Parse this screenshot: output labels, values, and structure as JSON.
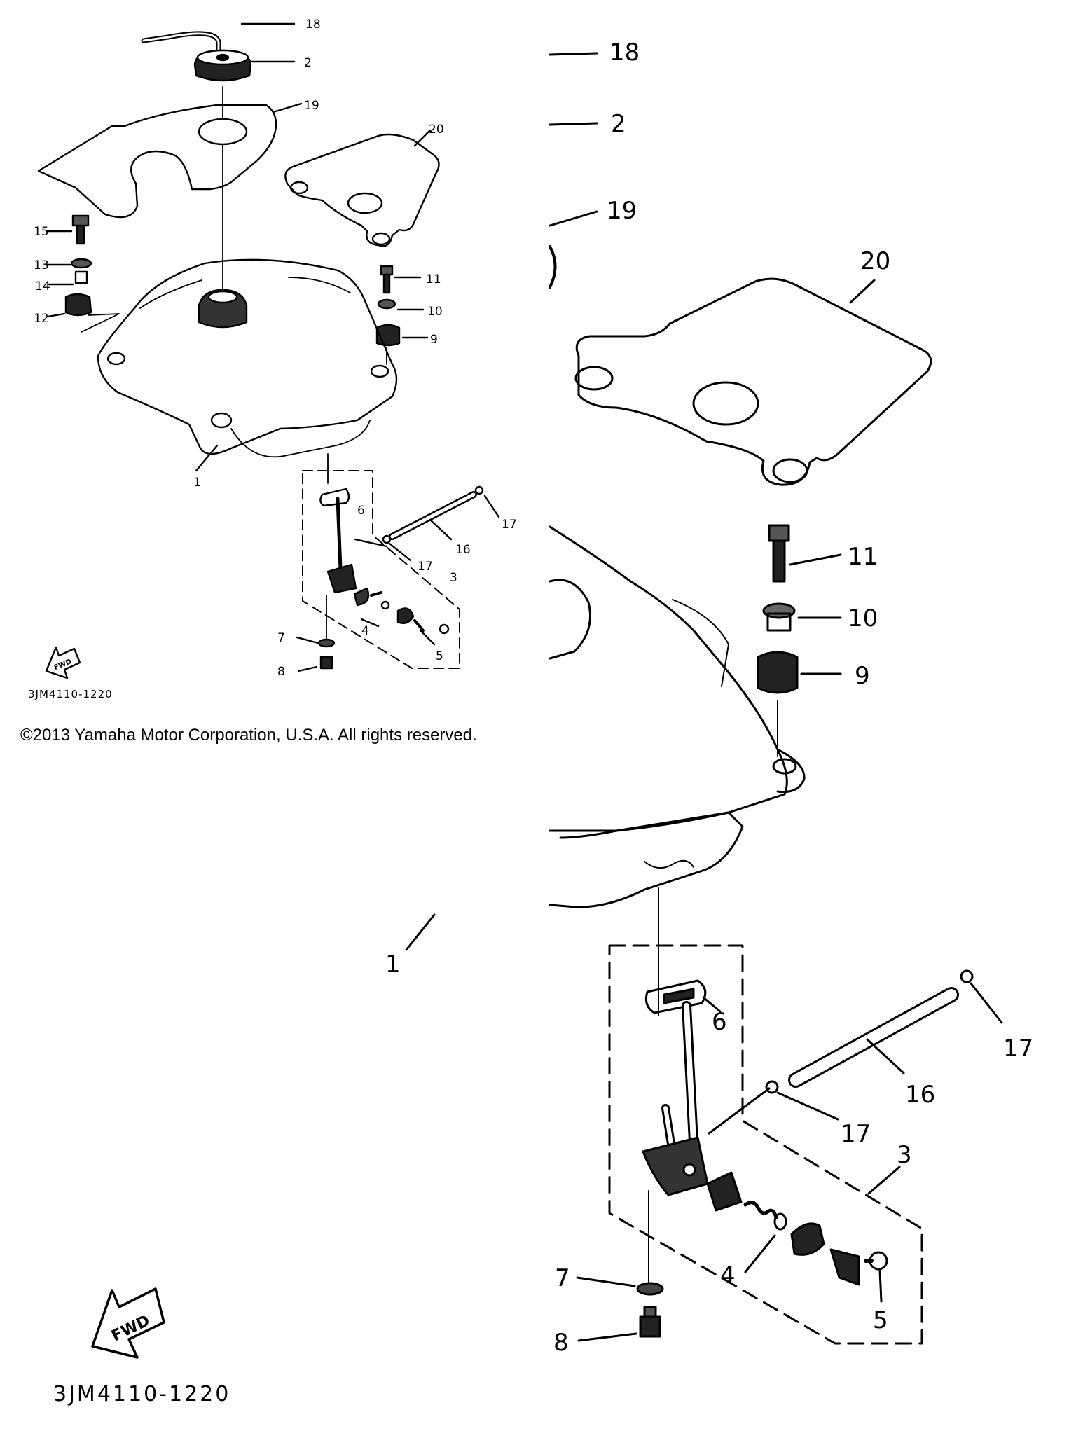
{
  "copyright": "©2013 Yamaha Motor Corporation, U.S.A. All rights reserved.",
  "part_code": "3JM4110-1220",
  "fwd_label": "FWD",
  "labels": {
    "p1": "1",
    "p2": "2",
    "p3": "3",
    "p4": "4",
    "p5": "5",
    "p6": "6",
    "p7": "7",
    "p8": "8",
    "p9": "9",
    "p10": "10",
    "p11": "11",
    "p12": "12",
    "p13": "13",
    "p14": "14",
    "p15": "15",
    "p16": "16",
    "p17": "17",
    "p18": "18",
    "p19": "19",
    "p20": "20"
  }
}
